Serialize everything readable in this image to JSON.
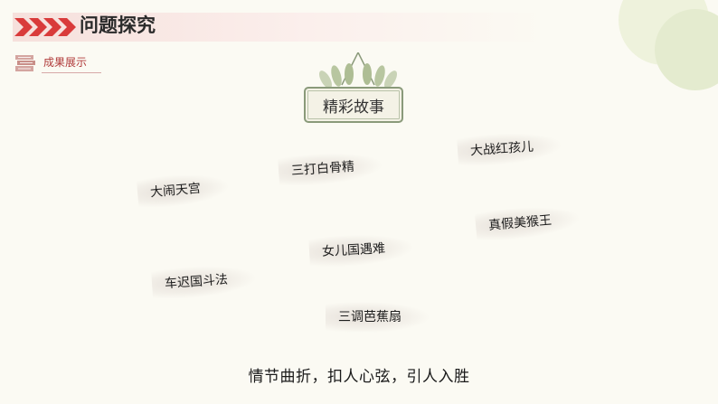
{
  "header": {
    "title": "问题探究"
  },
  "section": {
    "label": "成果展示"
  },
  "sign": {
    "label": "精彩故事"
  },
  "stories": [
    "三打白骨精",
    "大战红孩儿",
    "大闹天宫",
    "真假美猴王",
    "女儿国遇难",
    "车迟国斗法",
    "三调芭蕉扇"
  ],
  "summary": "情节曲折，扣人心弦，引人入胜",
  "colors": {
    "accent": "#d93b3b",
    "sign_border": "#8a9a7a",
    "label": "#b03a3a"
  }
}
